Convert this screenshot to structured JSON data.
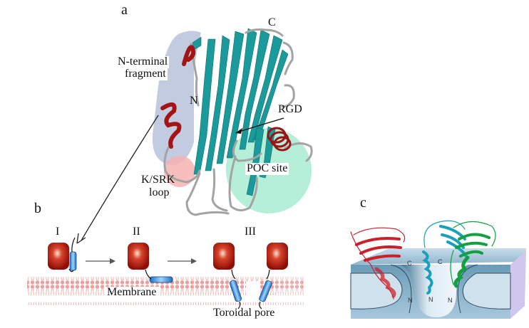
{
  "figure": {
    "panels": {
      "a": {
        "label": "a",
        "annotations": {
          "n_terminal_fragment": "N-terminal\nfragment",
          "n_terminal_line1": "N-terminal",
          "n_terminal_line2": "fragment",
          "n_label": "N",
          "c_label": "C",
          "rgd": "RGD",
          "ksrk_line1": "K/SRK",
          "ksrk_line2": "loop",
          "poc_site": "POC site"
        },
        "colors": {
          "beta_sheet": "#1a9a9a",
          "helix": "#a31515",
          "loop": "#a0a0a0",
          "n_terminal_region": "#b8c2dc",
          "ksrk_region": "#f6b3b3",
          "poc_region": "#a8ecd0"
        }
      },
      "b": {
        "label": "b",
        "stages": [
          "I",
          "II",
          "III"
        ],
        "membrane_label": "Membrane",
        "pore_label": "Toroidal pore",
        "colors": {
          "protein_body": "#b3170f",
          "helix": "#2f8fd8",
          "lipid": "#e8a8a8"
        }
      },
      "c": {
        "label": "c",
        "terminus_labels": [
          "C",
          "C",
          "N",
          "N",
          "N"
        ],
        "colors": {
          "membrane_block": "#a8c8dc",
          "protein_red": "#cc1f2a",
          "protein_cyan": "#1aa0bb",
          "protein_green": "#12a040"
        }
      }
    }
  }
}
